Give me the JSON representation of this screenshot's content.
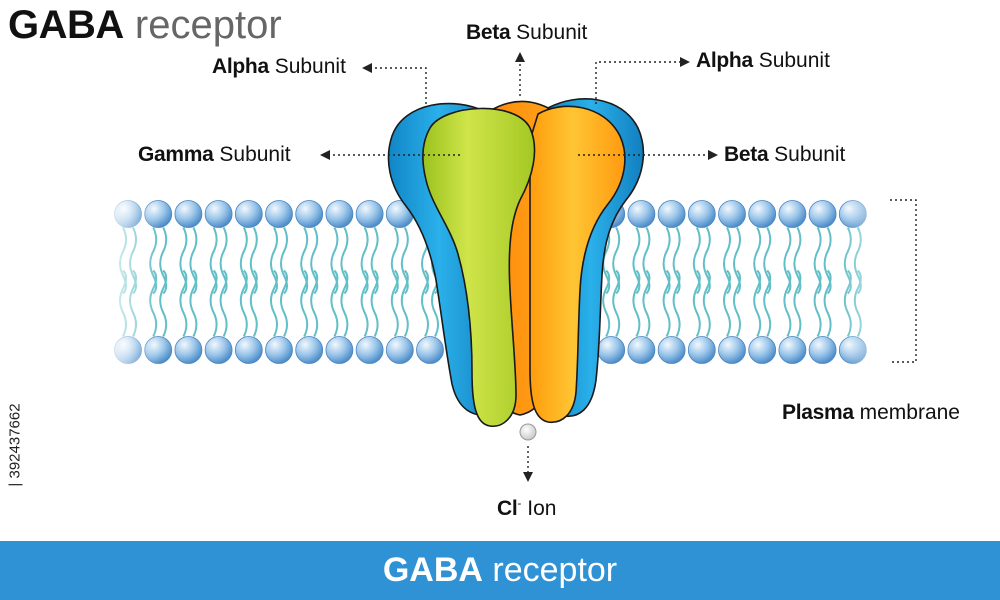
{
  "title": {
    "bold": "GABA",
    "light": "receptor"
  },
  "labels": {
    "alpha_left": {
      "bold": "Alpha",
      "light": "Subunit"
    },
    "beta_top": {
      "bold": "Beta",
      "light": "Subunit"
    },
    "alpha_right": {
      "bold": "Alpha",
      "light": "Subunit"
    },
    "gamma": {
      "bold": "Gamma",
      "light": "Subunit"
    },
    "beta_right": {
      "bold": "Beta",
      "light": "Subunit"
    },
    "plasma": {
      "bold": "Plasma",
      "light": "membrane"
    },
    "ion": {
      "symbol": "Cl",
      "charge": "-",
      "word": "Ion"
    }
  },
  "stock_id": "| 392437662",
  "footer": {
    "bold": "GABA",
    "light": "receptor"
  },
  "colors": {
    "alpha": "#1e9ad6",
    "gamma": "#b7d630",
    "beta": "#ffb21e",
    "beta_back": "#ff8c0a",
    "lipid_head": "#7ab3e0",
    "lipid_tail": "#62bfc7",
    "footer": "#2e92d4"
  }
}
